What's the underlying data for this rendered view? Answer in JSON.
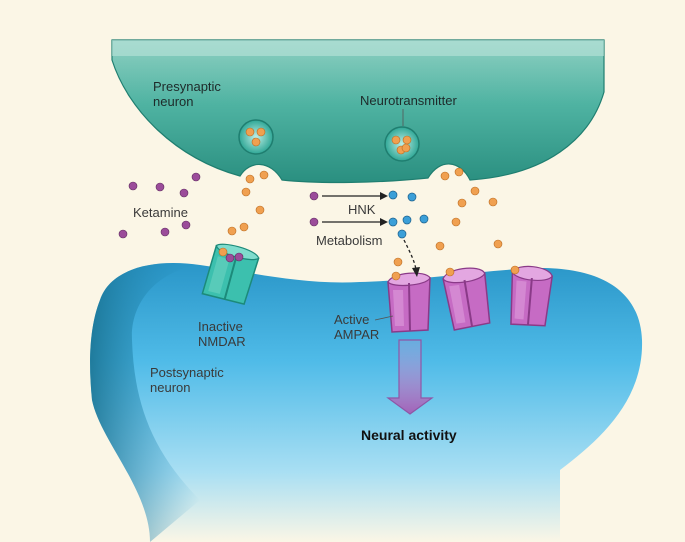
{
  "labels": {
    "presynaptic_line1": "Presynaptic",
    "presynaptic_line2": "neuron",
    "neurotransmitter": "Neurotransmitter",
    "ketamine": "Ketamine",
    "hnk": "HNK",
    "metabolism": "Metabolism",
    "inactive_line1": "Inactive",
    "inactive_line2": "NMDAR",
    "active_line1": "Active",
    "active_line2": "AMPAR",
    "postsynaptic_line1": "Postsynaptic",
    "postsynaptic_line2": "neuron",
    "neural_activity": "Neural activity"
  },
  "colors": {
    "background": "#fbf6e6",
    "presynaptic": "#2e9e8e",
    "postsynaptic": "#3fa9dc",
    "neurotransmitter": "#f0a050",
    "ketamine": "#9b4c9a",
    "hnk": "#3b9fd8",
    "nmdar": "#3cc0ae",
    "ampar": "#c66bc4",
    "arrow": "#a877c0"
  }
}
